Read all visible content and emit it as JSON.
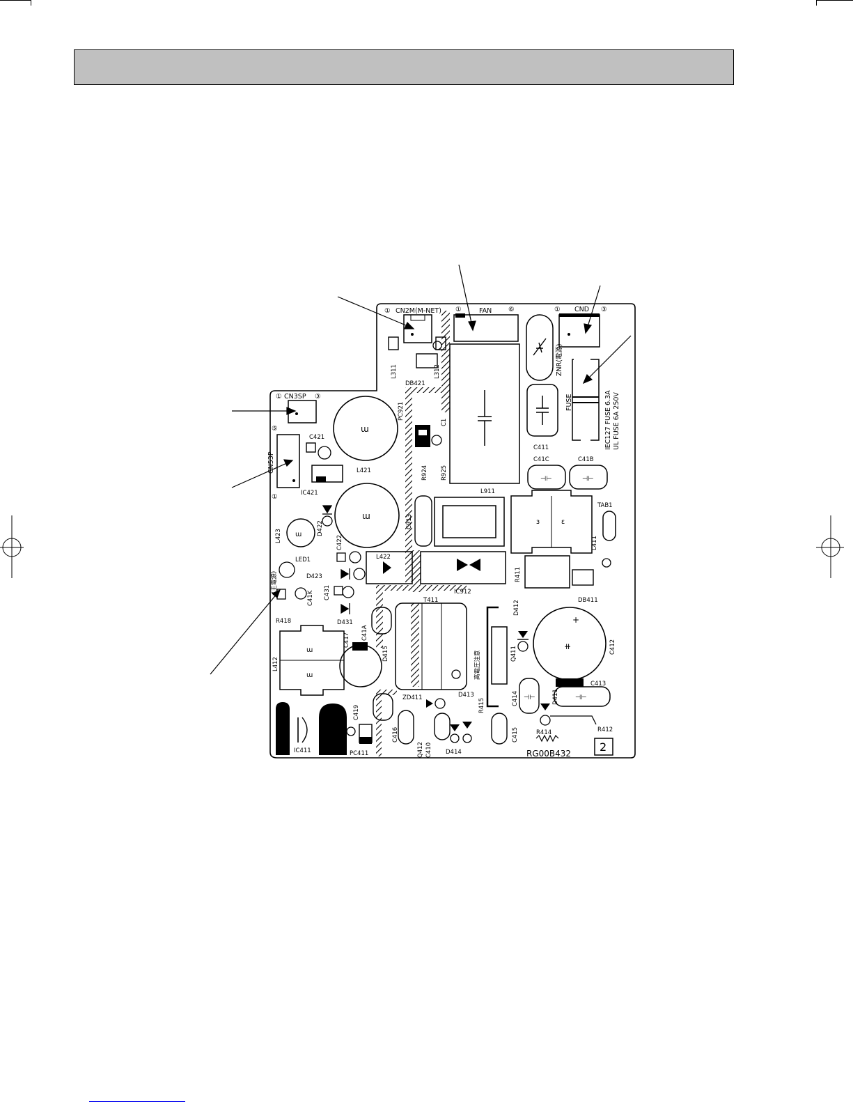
{
  "header": {
    "title": ""
  },
  "board": {
    "part_number": "RG00B432",
    "revision": "2",
    "connectors": {
      "cn2m": "CN2M(M-NET)",
      "fan": "FAN",
      "cnd": "CND",
      "cn3sp": "CN3SP",
      "cn53p": "CN53P",
      "pin_1": "①",
      "pin_3": "③",
      "pin_5": "⑤",
      "pin_6": "⑥"
    },
    "fuse": {
      "label": "FUSE",
      "rating1": "IEC127 FUSE 6.3A",
      "rating2": "UL FUSE 6A 250V"
    },
    "znr": "ZNR(電源)",
    "led_label": "(主電源)",
    "high_voltage": "高電圧注意",
    "components": {
      "L311": "L311",
      "L312": "L312",
      "DB421": "DB421",
      "PC921": "PC921",
      "C1": "C1",
      "R924": "R924",
      "R925": "R925",
      "C421": "C421",
      "L421": "L421",
      "IC421": "IC421",
      "L423": "L423",
      "D422": "D422",
      "C422": "C422",
      "LED1": "LED1",
      "D423": "D423",
      "C41K": "C41K",
      "C431": "C431",
      "D431": "D431",
      "R418": "R418",
      "L412": "L412",
      "C417": "C417",
      "C41A": "C41A",
      "D415": "D415",
      "T411": "T411",
      "L422": "L422",
      "C913": "C913",
      "L911": "L911",
      "C411": "C411",
      "C41C": "C41C",
      "C41B": "C41B",
      "TAB1": "TAB1",
      "L411": "L411",
      "R411": "R411",
      "IC912": "IC912",
      "D412": "D412",
      "DB411": "DB411",
      "Q411": "Q411",
      "C412": "C412",
      "C413": "C413",
      "C414": "C414",
      "D411": "D411",
      "R412": "R412",
      "R414": "R414",
      "ZD411": "ZD411",
      "D413": "D413",
      "R415": "R415",
      "C415": "C415",
      "C416": "C416",
      "C419": "C419",
      "IC411": "IC411",
      "PC411": "PC411",
      "Q412": "Q412",
      "C410": "C410",
      "D414": "D414"
    }
  }
}
